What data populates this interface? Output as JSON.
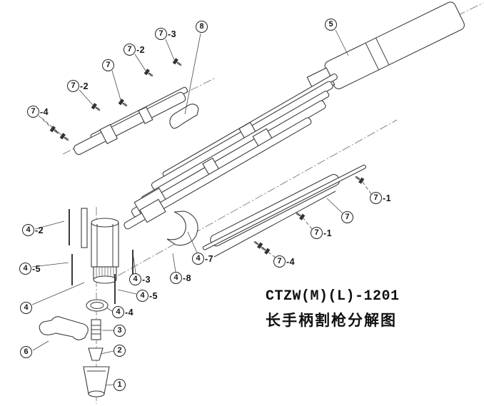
{
  "title": {
    "model": "CTZW(M)(L)-1201",
    "caption": "长手柄割枪分解图"
  },
  "callouts": [
    {
      "num": "7",
      "suffix": "-4"
    },
    {
      "num": "7",
      "suffix": "-2"
    },
    {
      "num": "7",
      "suffix": ""
    },
    {
      "num": "7",
      "suffix": "-2"
    },
    {
      "num": "7",
      "suffix": "-3"
    },
    {
      "num": "8",
      "suffix": ""
    },
    {
      "num": "5",
      "suffix": ""
    },
    {
      "num": "7",
      "suffix": "-1"
    },
    {
      "num": "7",
      "suffix": ""
    },
    {
      "num": "7",
      "suffix": "-1"
    },
    {
      "num": "7",
      "suffix": "-4"
    },
    {
      "num": "4",
      "suffix": "-2"
    },
    {
      "num": "4",
      "suffix": "-5"
    },
    {
      "num": "4",
      "suffix": ""
    },
    {
      "num": "6",
      "suffix": ""
    },
    {
      "num": "4",
      "suffix": "-3"
    },
    {
      "num": "4",
      "suffix": "-5"
    },
    {
      "num": "4",
      "suffix": "-4"
    },
    {
      "num": "3",
      "suffix": ""
    },
    {
      "num": "2",
      "suffix": ""
    },
    {
      "num": "1",
      "suffix": ""
    },
    {
      "num": "4",
      "suffix": "-7"
    },
    {
      "num": "4",
      "suffix": "-8"
    }
  ]
}
